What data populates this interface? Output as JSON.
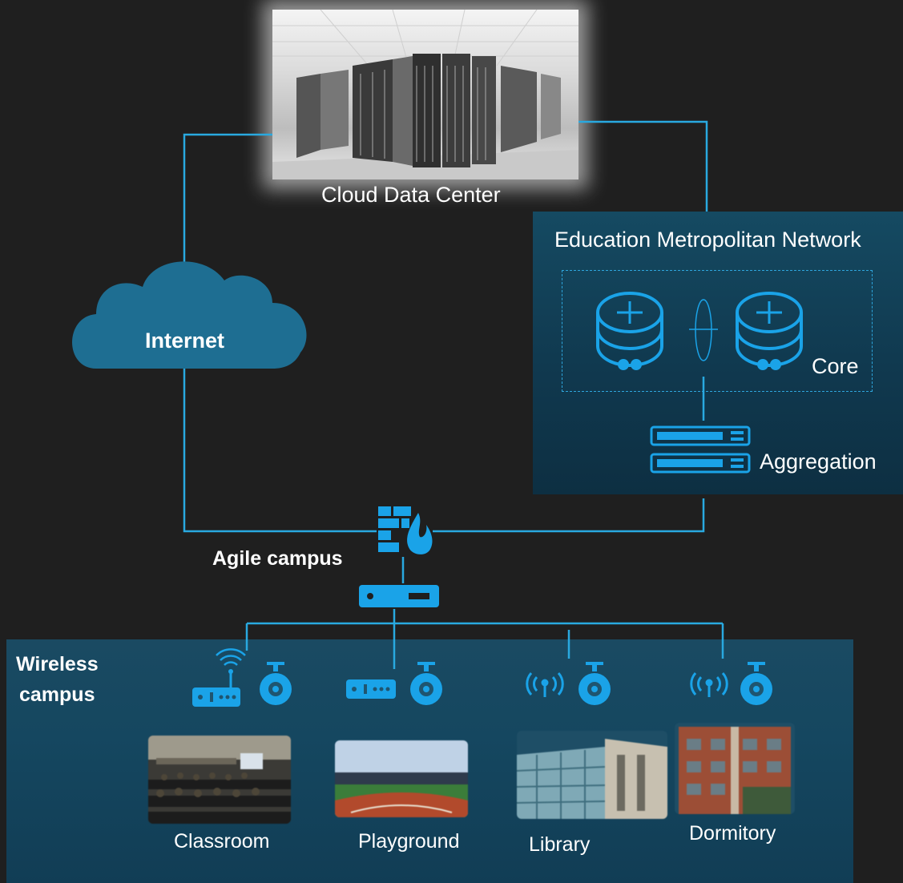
{
  "labels": {
    "cloud_data_center": "Cloud Data Center",
    "education_man": "Education Metropolitan Network",
    "internet": "Internet",
    "core": "Core",
    "aggregation": "Aggregation",
    "agile_campus": "Agile campus",
    "wireless_campus_line1": "Wireless",
    "wireless_campus_line2": "campus",
    "classroom": "Classroom",
    "playground": "Playground",
    "library": "Library",
    "dormitory": "Dormitory"
  },
  "colors": {
    "background": "#1f1f1f",
    "line": "#29a9e0",
    "icon": "#1aa3e8",
    "cloud": "#1e6e92",
    "panel": "#154a62"
  },
  "icons": {
    "core_router_left": "router-icon",
    "core_router_right": "router-icon",
    "aggregation_switch": "switch-icon",
    "firewall": "firewall-icon",
    "gateway": "gateway-icon",
    "wifi_ap": "wifi-router-icon",
    "camera": "camera-icon",
    "antenna": "wireless-antenna-icon"
  }
}
